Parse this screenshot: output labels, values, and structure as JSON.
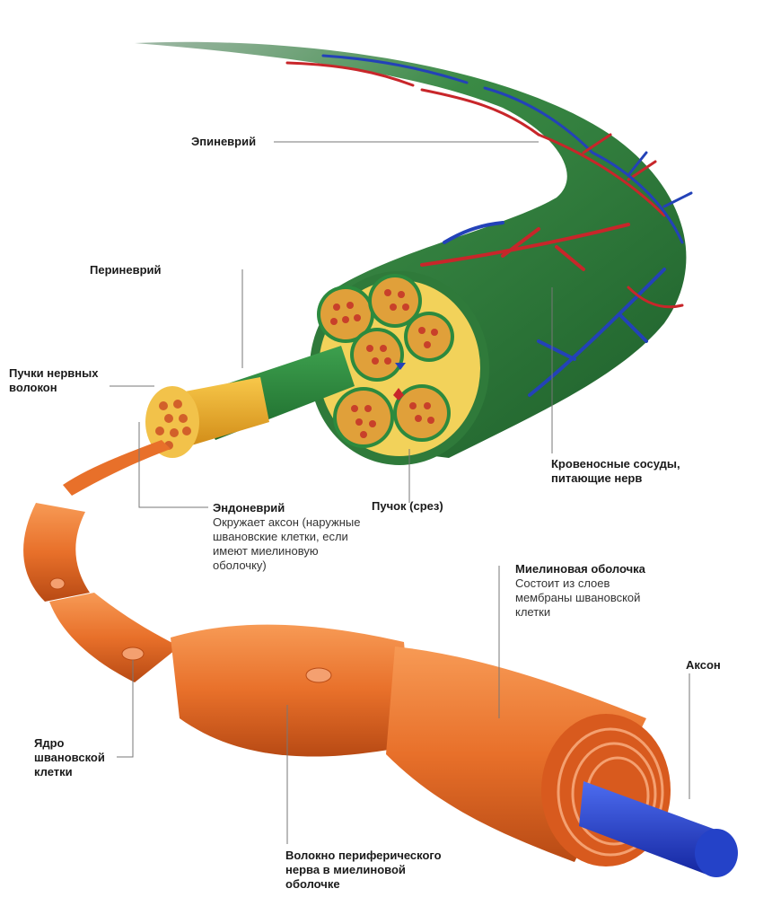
{
  "labels": {
    "epineurium": {
      "title": "Эпиневрий"
    },
    "perineurium": {
      "title": "Периневрий"
    },
    "fiber_bundles": {
      "title": "Пучки нервных волокон"
    },
    "endoneurium": {
      "title": "Эндоневрий",
      "desc": "Окружает аксон (наружные шванoвские клетки, если имеют миелиновую оболочку)"
    },
    "fascicle_section": {
      "title": "Пучок (срез)"
    },
    "blood_vessels": {
      "title": "Кровеносные сосуды, питающие нерв"
    },
    "myelin_sheath": {
      "title": "Миелиновая оболочка",
      "desc": "Состоит из слоев мембраны шванoвской клетки"
    },
    "axon": {
      "title": "Аксон"
    },
    "schwann_nucleus": {
      "title": "Ядро шванoвской клетки"
    },
    "nerve_fiber": {
      "title": "Волокно периферического нерва в миелиновой оболочке"
    }
  },
  "colors": {
    "epineurium": "#2f7a3a",
    "perineurium": "#2c8a3e",
    "fascicle": "#e0a03a",
    "fat": "#f2d25a",
    "myelin": "#e8702a",
    "axon": "#1f3fc8",
    "artery": "#c8262a",
    "vein": "#2342b8"
  }
}
